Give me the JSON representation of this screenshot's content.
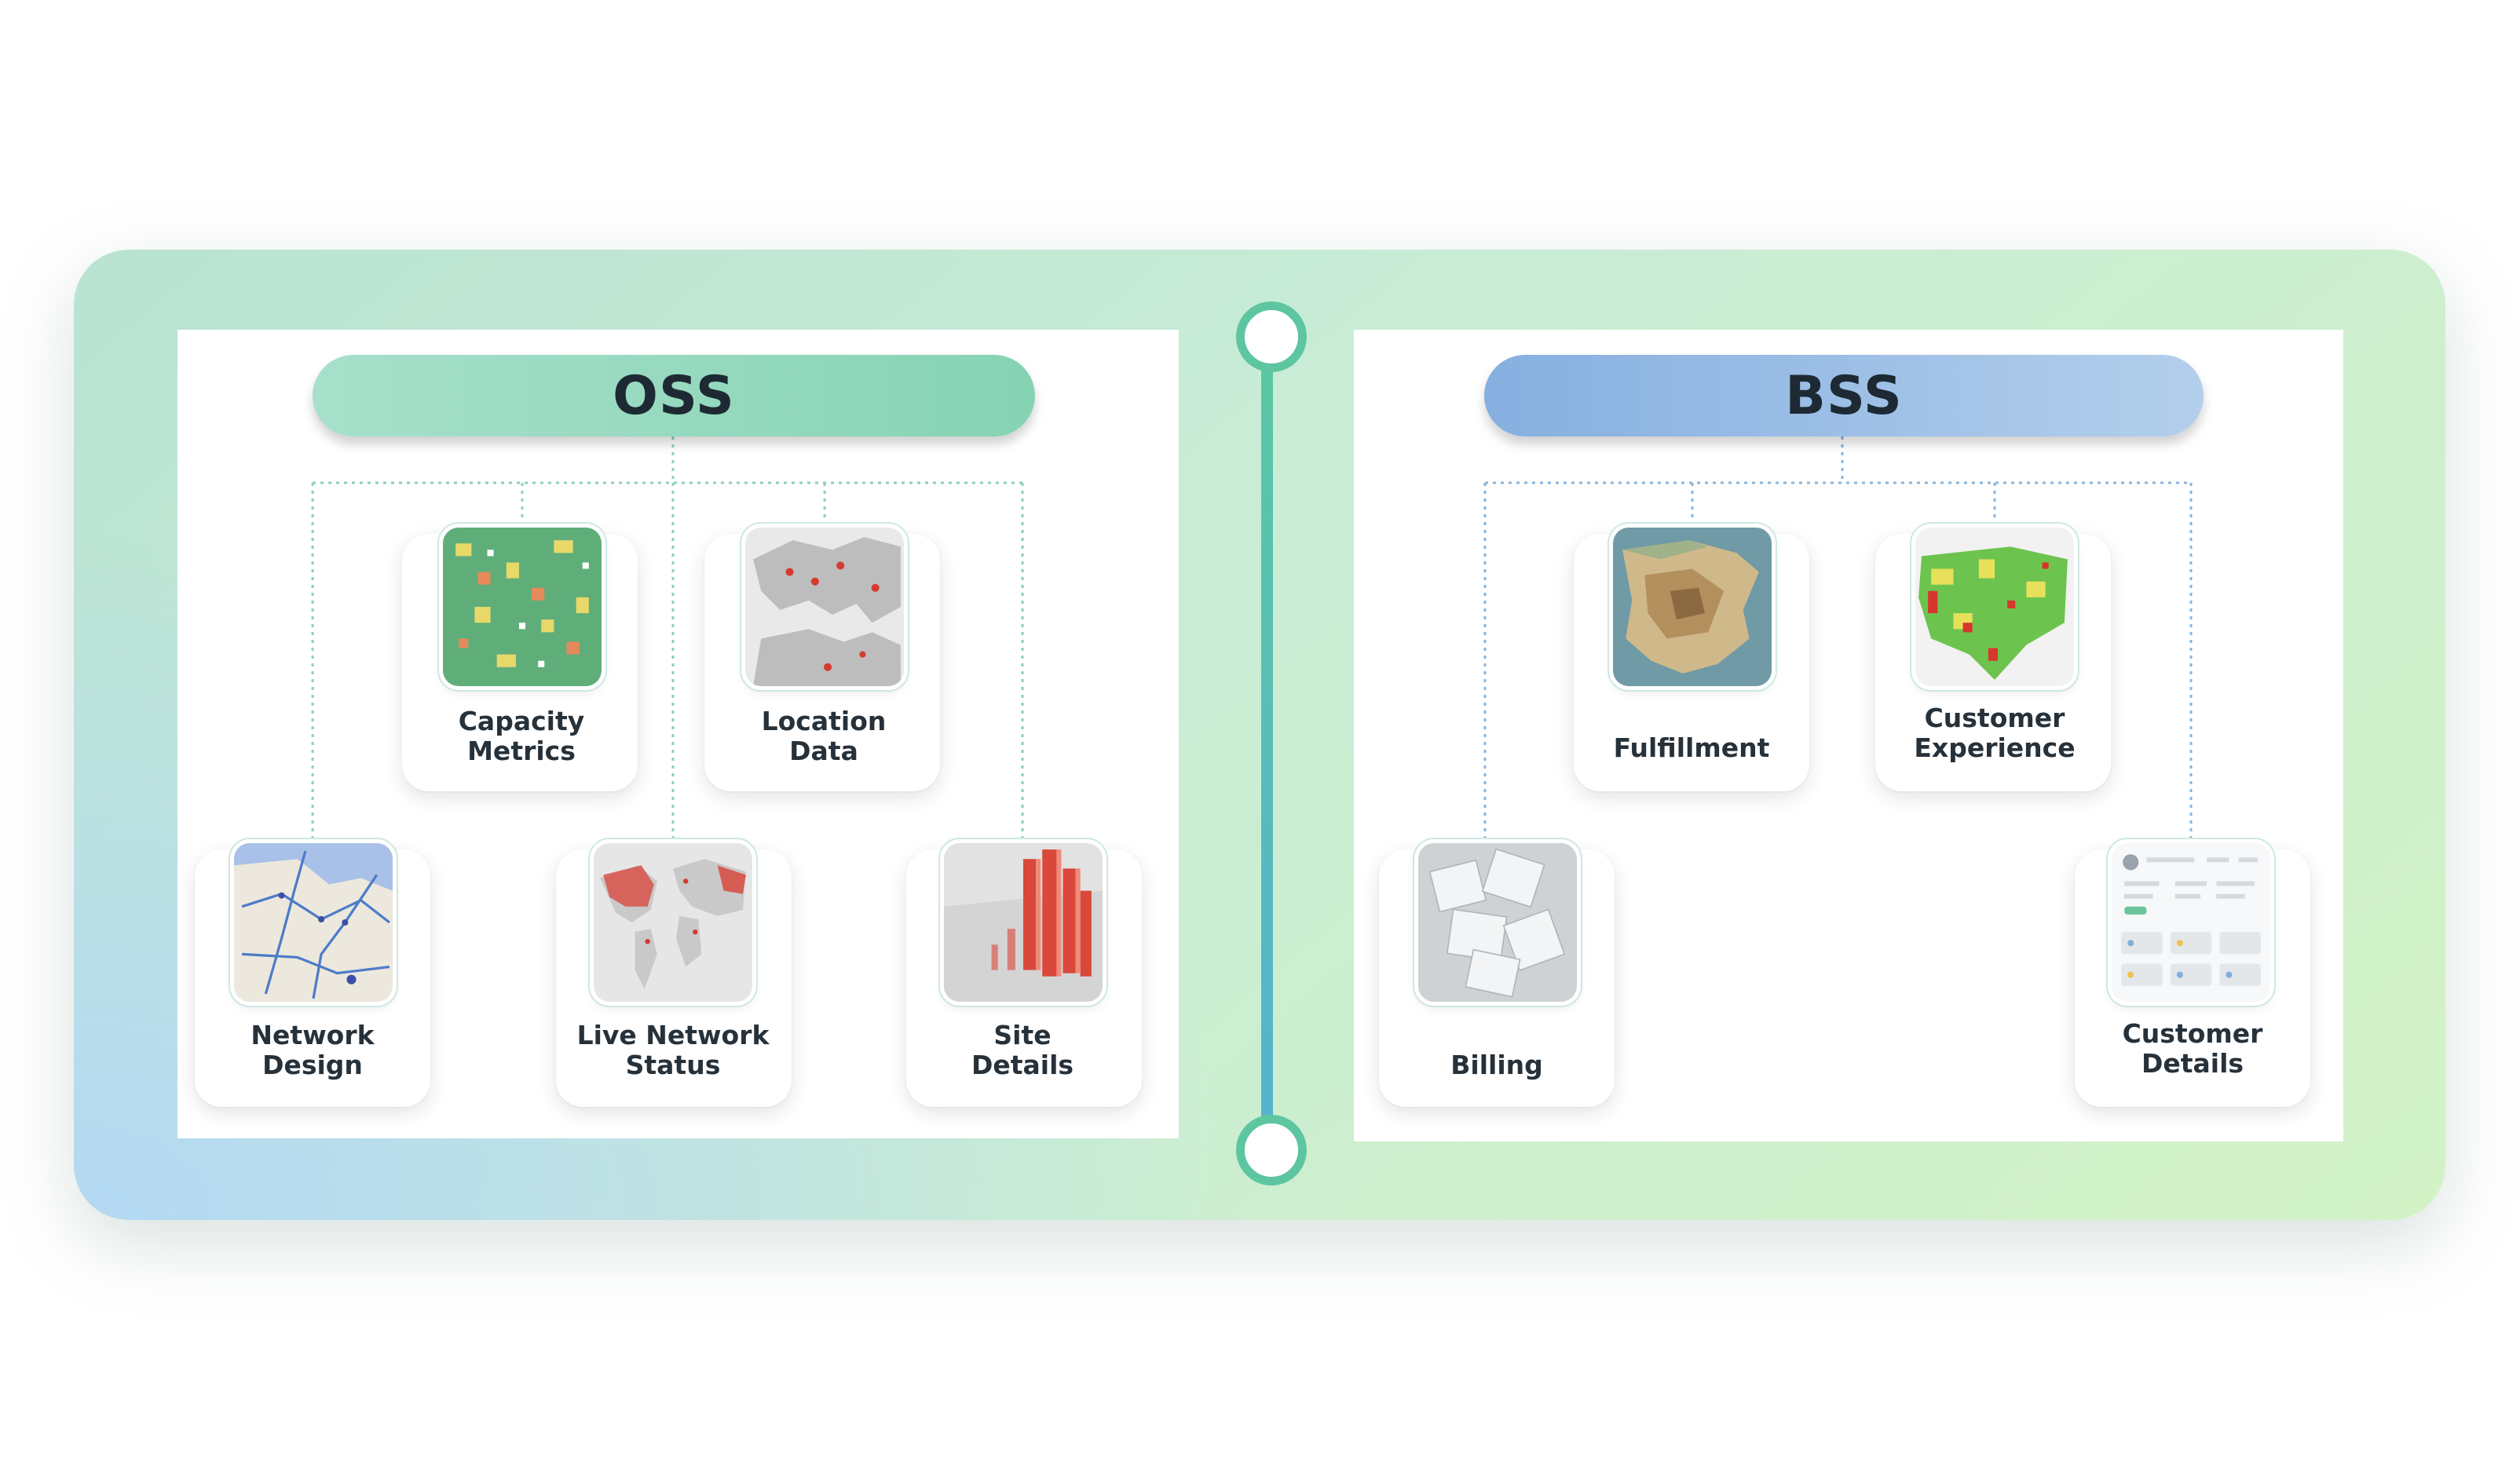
{
  "oss": {
    "title": "OSS",
    "color": "#86d3b4",
    "items": [
      {
        "label": "Capacity\nMetrics",
        "icon": "capacity-heatmap-icon"
      },
      {
        "label": "Location\nData",
        "icon": "europe-location-map-icon"
      },
      {
        "label": "Network\nDesign",
        "icon": "road-network-map-icon"
      },
      {
        "label": "Live Network\nStatus",
        "icon": "world-status-map-icon"
      },
      {
        "label": "Site\nDetails",
        "icon": "3d-bar-map-icon"
      }
    ]
  },
  "bss": {
    "title": "BSS",
    "color": "#86afe0",
    "items": [
      {
        "label": "Fulfillment",
        "icon": "iberia-terrain-map-icon"
      },
      {
        "label": "Customer\nExperience",
        "icon": "usa-heatmap-icon"
      },
      {
        "label": "Billing",
        "icon": "paper-documents-icon"
      },
      {
        "label": "Customer\nDetails",
        "icon": "dashboard-screen-icon"
      }
    ]
  },
  "connector_color": "#5dc6a1"
}
